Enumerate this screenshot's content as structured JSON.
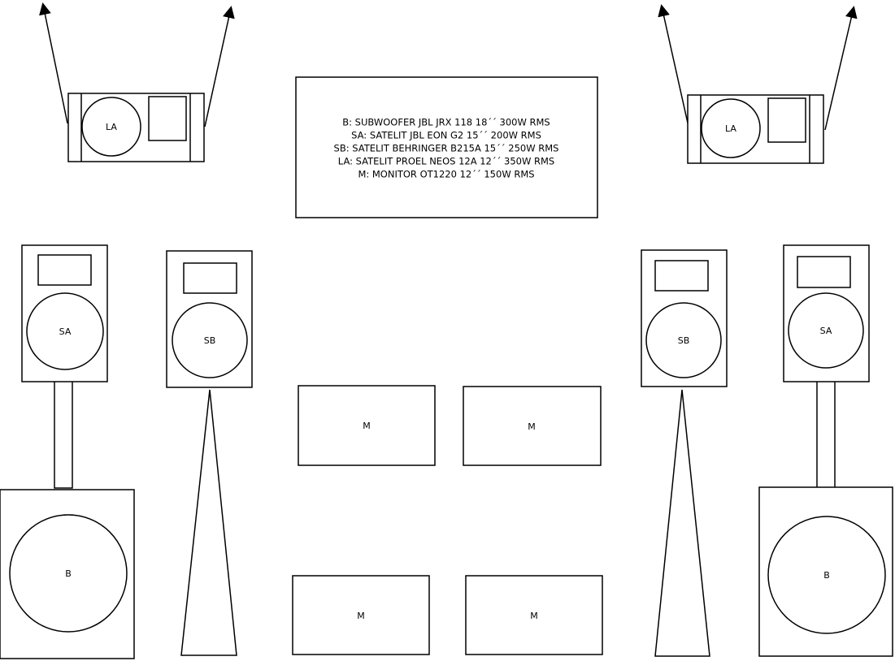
{
  "legend": [
    "B:   SUBWOOFER JBL JRX 118    18´´  300W RMS",
    "SA:   SATELIT JBL EON G2  15´´  200W RMS",
    "SB:   SATELIT BEHRINGER B215A   15´´  250W RMS",
    "LA:   SATELIT PROEL NEOS 12A   12´´  350W RMS",
    "M: MONITOR     OT1220   12´´  150W RMS"
  ],
  "labels": {
    "la": "LA",
    "sa": "SA",
    "sb": "SB",
    "b": "B",
    "m": "M"
  }
}
